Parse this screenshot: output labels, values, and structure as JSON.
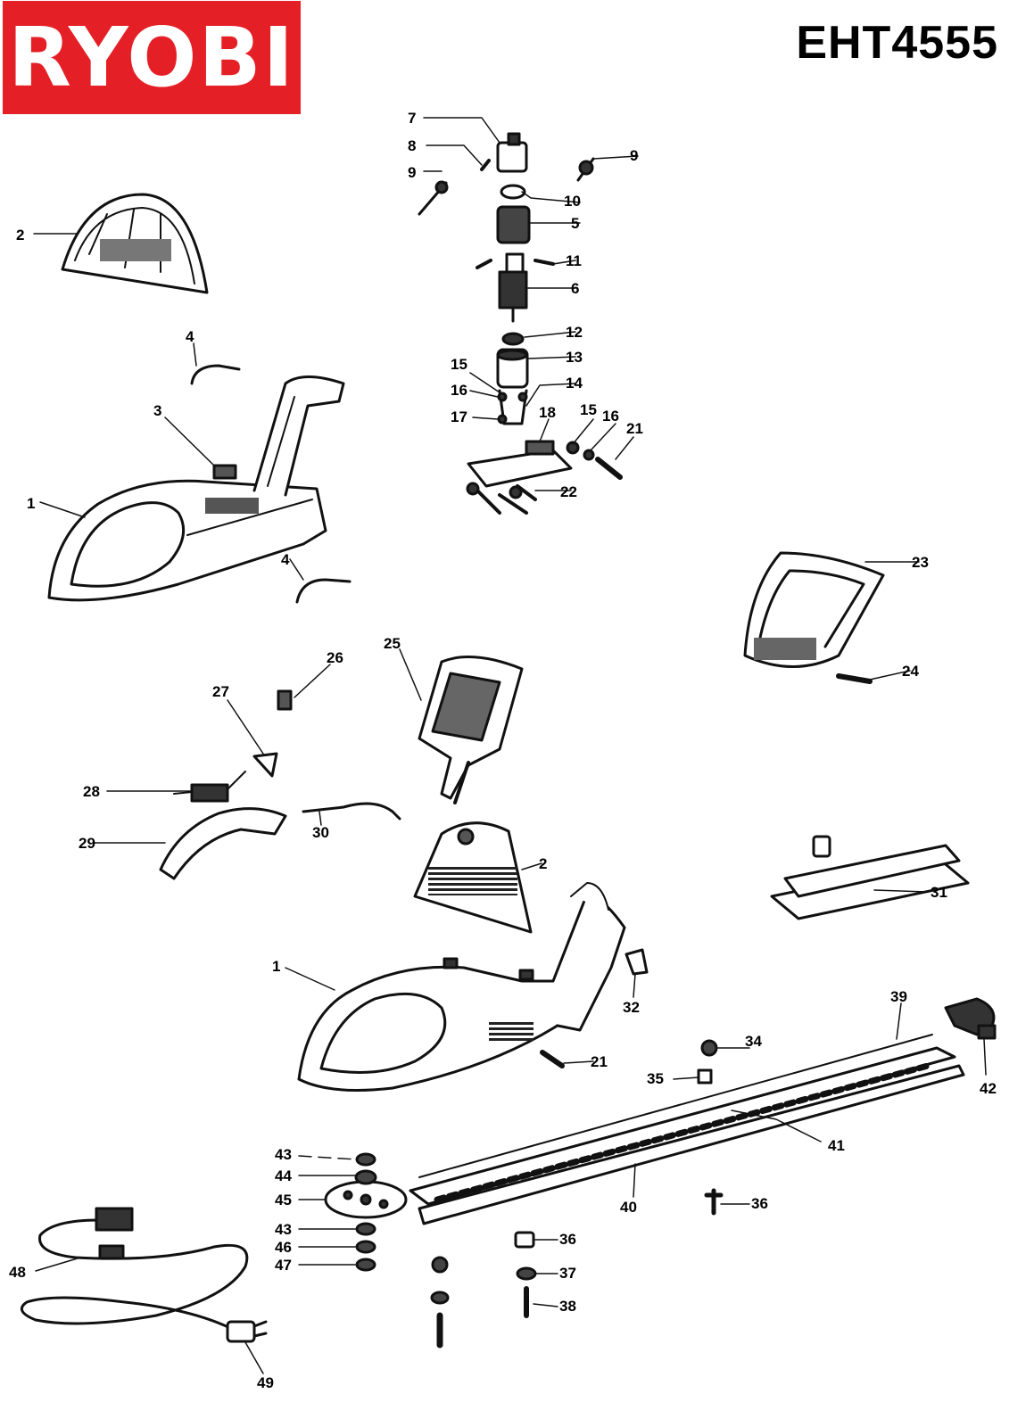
{
  "header": {
    "brand": "RYOBI",
    "model": "EHT4555",
    "brand_color": "#e51f26"
  },
  "callouts": [
    {
      "text": "7"
    },
    {
      "text": "8"
    },
    {
      "text": "9"
    },
    {
      "text": "9"
    },
    {
      "text": "10"
    },
    {
      "text": "5"
    },
    {
      "text": "11"
    },
    {
      "text": "6"
    },
    {
      "text": "12"
    },
    {
      "text": "13"
    },
    {
      "text": "15"
    },
    {
      "text": "16"
    },
    {
      "text": "14"
    },
    {
      "text": "17"
    },
    {
      "text": "18"
    },
    {
      "text": "15"
    },
    {
      "text": "16"
    },
    {
      "text": "21"
    },
    {
      "text": "22"
    },
    {
      "text": "2"
    },
    {
      "text": "4"
    },
    {
      "text": "3"
    },
    {
      "text": "1"
    },
    {
      "text": "4"
    },
    {
      "text": "23"
    },
    {
      "text": "24"
    },
    {
      "text": "25"
    },
    {
      "text": "26"
    },
    {
      "text": "27"
    },
    {
      "text": "28"
    },
    {
      "text": "30"
    },
    {
      "text": "29"
    },
    {
      "text": "2"
    },
    {
      "text": "31"
    },
    {
      "text": "1"
    },
    {
      "text": "32"
    },
    {
      "text": "39"
    },
    {
      "text": "21"
    },
    {
      "text": "34"
    },
    {
      "text": "35"
    },
    {
      "text": "42"
    },
    {
      "text": "41"
    },
    {
      "text": "43"
    },
    {
      "text": "44"
    },
    {
      "text": "45"
    },
    {
      "text": "40"
    },
    {
      "text": "36"
    },
    {
      "text": "43"
    },
    {
      "text": "36"
    },
    {
      "text": "46"
    },
    {
      "text": "47"
    },
    {
      "text": "37"
    },
    {
      "text": "48"
    },
    {
      "text": "38"
    },
    {
      "text": "49"
    }
  ]
}
